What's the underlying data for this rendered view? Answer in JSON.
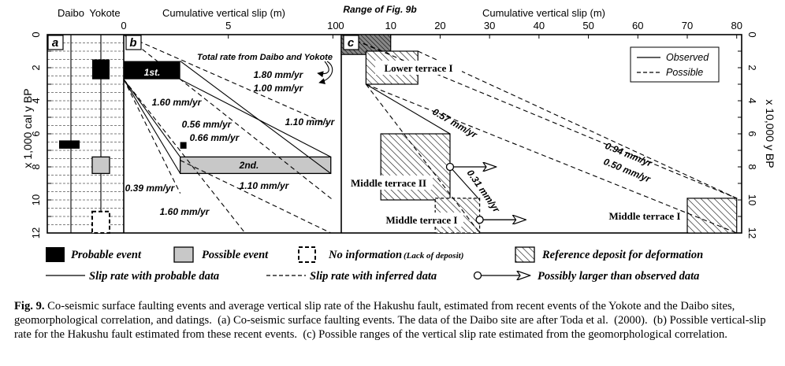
{
  "figure": {
    "top_axis_b": "Cumulative vertical slip (m)",
    "top_axis_c": "Cumulative vertical slip (m)",
    "left_axis": "x 1,000 cal y BP",
    "right_axis": "x 10,000 y BP",
    "col_daibo": "Daibo",
    "col_yokote": "Yokote",
    "panel_a": "a",
    "panel_b": "b",
    "panel_c": "c",
    "range_label": "Range of Fig. 9b",
    "total_rate": "Total rate from Daibo and Yokote",
    "box_1st": "1st.",
    "box_2nd": "2nd.",
    "rates_b": [
      "1.80 mm/yr",
      "1.00 mm/yr",
      "1.60 mm/yr",
      "0.56 mm/yr",
      "0.66 mm/yr",
      "1.10 mm/yr",
      "0.39 mm/yr",
      "1.10 mm/yr",
      "1.60 mm/yr"
    ],
    "rates_c": [
      "0.57 mm/yr",
      "0.31 mm/yr",
      "0.94 mm/yr",
      "0.50 mm/yr"
    ],
    "terraces": [
      "Lower terrace I",
      "Middle terrace II",
      "Middle terrace I",
      "Middle terrace I"
    ],
    "inner_legend": {
      "observed": "Observed",
      "possible": "Possible"
    },
    "legend": {
      "probable": "Probable event",
      "possible": "Possible event",
      "noinfo": "No information",
      "noinfo_note": "(Lack of deposit)",
      "reference": "Reference deposit for deformation",
      "slip_probable": "Slip rate with probable data",
      "slip_inferred": "Slip rate with inferred data",
      "larger": "Possibly larger than observed data"
    }
  },
  "caption": {
    "label": "Fig. 9.",
    "text": "Co-seismic surface faulting events and average vertical slip rate of the Hakushu fault, estimated from recent events of the Yokote and the Daibo sites, geomorphological correlation, and datings.  (a) Co-seismic surface faulting events. The data of the Daibo site are after Toda et al.  (2000).  (b) Possible vertical-slip rate for the Hakushu fault estimated from these recent events.  (c) Possible ranges of the vertical slip rate estimated from the geomorphological correlation."
  },
  "chart_data": [
    {
      "panel": "a",
      "type": "table",
      "title": "Co-seismic surface faulting events",
      "columns": [
        "Daibo",
        "Yokote"
      ],
      "y_unit": "x 1,000 cal y BP",
      "ylim": [
        12,
        0
      ],
      "y_ticks": [
        0,
        2,
        4,
        6,
        8,
        10,
        12
      ],
      "events": [
        {
          "site": "Yokote",
          "kind": "probable",
          "from": 1.5,
          "to": 2.7
        },
        {
          "site": "Daibo",
          "kind": "probable",
          "from": 6.4,
          "to": 6.9
        },
        {
          "site": "Yokote",
          "kind": "possible",
          "from": 7.4,
          "to": 8.4
        },
        {
          "site": "Yokote",
          "kind": "no information",
          "from": 10.7,
          "to": 12.0
        }
      ]
    },
    {
      "panel": "b",
      "type": "line",
      "xlabel": "Cumulative vertical slip (m)",
      "ylabel": "x 1,000 cal y BP",
      "xlim": [
        0,
        10
      ],
      "ylim": [
        12,
        0
      ],
      "x_ticks": [
        0,
        5,
        10
      ],
      "y_ticks": [
        0,
        2,
        4,
        6,
        8,
        10,
        12
      ],
      "events": [
        {
          "label": "1st.",
          "x": [
            0,
            2.7
          ],
          "y": [
            1.6,
            2.7
          ],
          "kind": "probable"
        },
        {
          "label": "2nd.",
          "x": [
            2.7,
            9.9
          ],
          "y": [
            7.4,
            8.4
          ],
          "kind": "possible"
        },
        {
          "label": "",
          "x": [
            2.7,
            3.0
          ],
          "y": [
            6.5,
            6.9
          ],
          "kind": "probable"
        }
      ],
      "series": [
        {
          "name": "1.80 mm/yr",
          "style": "dashed",
          "x": [
            0,
            9.7
          ],
          "y": [
            0,
            5.4
          ]
        },
        {
          "name": "1.00 mm/yr",
          "style": "dashed",
          "x": [
            0,
            10
          ],
          "y": [
            0,
            10
          ]
        },
        {
          "name": "1.60 mm/yr",
          "style": "solid",
          "x": [
            2.7,
            9.9
          ],
          "y": [
            2.7,
            7.4
          ]
        },
        {
          "name": "1.10 mm/yr",
          "style": "solid",
          "x": [
            2.7,
            9.9
          ],
          "y": [
            1.6,
            8.4
          ]
        },
        {
          "name": "0.56 mm/yr",
          "style": "solid",
          "x": [
            0,
            2.7
          ],
          "y": [
            2.7,
            7.4
          ]
        },
        {
          "name": "0.66 mm/yr",
          "style": "solid",
          "x": [
            0,
            2.7
          ],
          "y": [
            2.7,
            8.4
          ]
        },
        {
          "name": "0.39 mm/yr",
          "style": "dashed",
          "x": [
            0,
            2.7
          ],
          "y": [
            2.7,
            9.6
          ]
        },
        {
          "name": "1.10 mm/yr",
          "style": "dashed",
          "x": [
            2.7,
            9.9
          ],
          "y": [
            7.6,
            12
          ]
        },
        {
          "name": "1.60 mm/yr",
          "style": "dashed",
          "x": [
            0,
            5.8
          ],
          "y": [
            2.7,
            12
          ]
        }
      ]
    },
    {
      "panel": "c",
      "type": "line",
      "xlabel": "Cumulative vertical slip (m)",
      "ylabel": "x 10,000 y BP",
      "xlim": [
        0,
        80
      ],
      "ylim": [
        12,
        0
      ],
      "x_ticks": [
        0,
        10,
        20,
        30,
        40,
        50,
        60,
        70,
        80
      ],
      "y_ticks": [
        0,
        2,
        4,
        6,
        8,
        10,
        12
      ],
      "deposits": [
        {
          "label": "Range of Fig. 9b",
          "x": [
            0,
            10
          ],
          "y": [
            0,
            1.2
          ]
        },
        {
          "label": "Lower terrace I",
          "x": [
            5,
            15.5
          ],
          "y": [
            1.0,
            3.0
          ]
        },
        {
          "label": "Middle terrace II",
          "x": [
            8,
            22
          ],
          "y": [
            6.0,
            10.0
          ]
        },
        {
          "label": "Middle terrace I",
          "x": [
            19,
            28
          ],
          "y": [
            9.9,
            12.0
          ]
        },
        {
          "label": "Middle terrace I",
          "x": [
            70,
            80
          ],
          "y": [
            9.9,
            12.0
          ]
        }
      ],
      "series": [
        {
          "name": "0.57 mm/yr",
          "style": "solid",
          "x": [
            5,
            22
          ],
          "y": [
            3.0,
            6.0
          ]
        },
        {
          "name": "0.31 mm/yr",
          "style": "solid",
          "x": [
            22,
            28
          ],
          "y": [
            8.0,
            10.0
          ]
        },
        {
          "name": "0.94 mm/yr",
          "style": "dashed",
          "x": [
            0,
            80
          ],
          "y": [
            0,
            9.9
          ]
        },
        {
          "name": "0.50 mm/yr",
          "style": "dashed",
          "x": [
            5,
            80
          ],
          "y": [
            3.0,
            12.0
          ]
        },
        {
          "name": "",
          "style": "dashed",
          "x": [
            15.5,
            80
          ],
          "y": [
            1.0,
            9.9
          ]
        },
        {
          "name": "",
          "style": "dashed",
          "x": [
            5,
            28
          ],
          "y": [
            3.0,
            12.0
          ]
        },
        {
          "name": "",
          "style": "dashed",
          "x": [
            0,
            10
          ],
          "y": [
            0,
            1.2
          ]
        }
      ],
      "larger_than_observed": [
        {
          "x": 22,
          "y": 8.0
        },
        {
          "x": 28,
          "y": 11.2
        }
      ]
    }
  ]
}
